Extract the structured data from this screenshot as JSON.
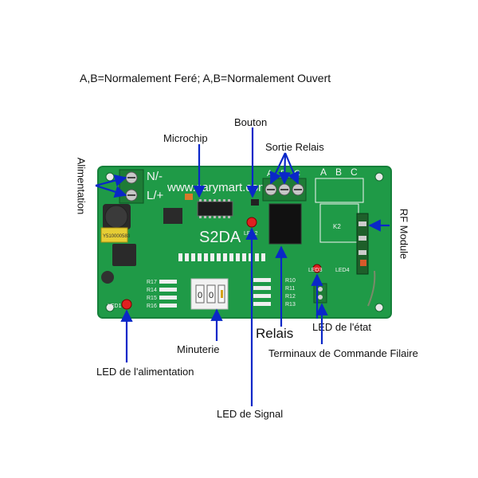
{
  "header": {
    "note": "A,B=Normalement Feré; A,B=Normalement Ouvert"
  },
  "labels": {
    "bouton": "Bouton",
    "microchip": "Microchip",
    "sortie_relais": "Sortie Relais",
    "alimentation": "Alimentation",
    "rf_module": "RF Module",
    "minuterie": "Minuterie",
    "relais": "Relais",
    "led_etat": "LED  de l'état",
    "terminaux": "Terminaux de Commande Filaire",
    "led_alimentation": "LED de l'alimentation",
    "led_signal": "LED de Signal"
  },
  "board": {
    "url": "www.carymart.com",
    "model": "S2DA",
    "term_left_top": "N/-",
    "term_left_bottom": "L/+",
    "relay_letters": [
      "A",
      "B",
      "C"
    ],
    "silk_letters": [
      "A",
      "B",
      "C"
    ],
    "led1": "LED1",
    "led2": "LED2",
    "led3": "LED3",
    "led4": "LED4",
    "k2": "K2",
    "capacitor_text": "Y510000583",
    "timer_digits": [
      "0",
      "0"
    ],
    "resistors_left": [
      "R17",
      "R14",
      "R15",
      "R16"
    ],
    "resistors_right": [
      "R10",
      "R11",
      "R12",
      "R13"
    ]
  },
  "colors": {
    "pcb": "#1f9a47",
    "arrow": "#0a27c8",
    "silk": "#f4f4f4",
    "terminal": "#1e7c36",
    "led_red": "#e02020"
  }
}
